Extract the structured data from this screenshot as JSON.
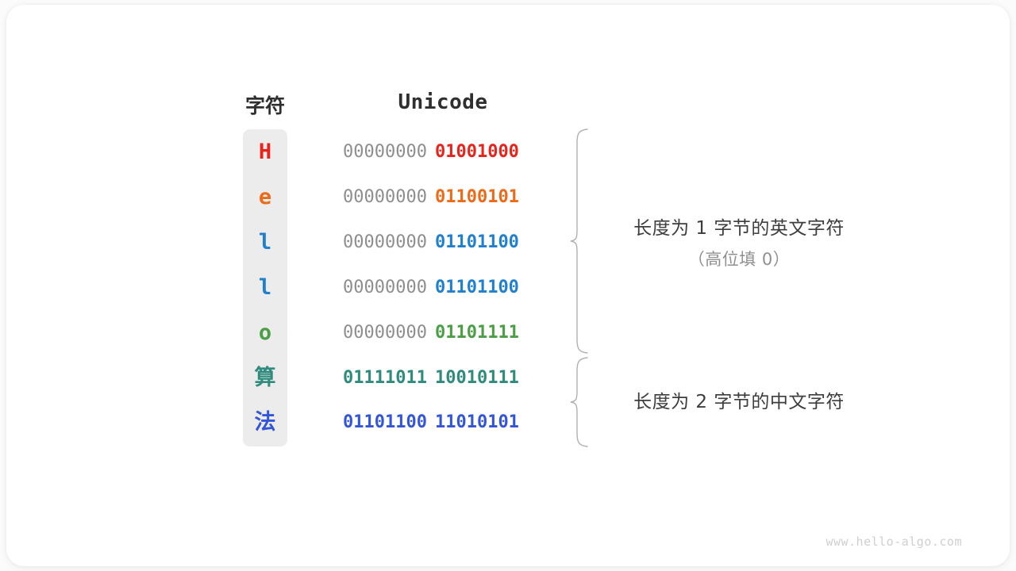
{
  "background_color": "#fbfbfb",
  "card_color": "#ffffff",
  "headers": {
    "char": "字符",
    "unicode": "Unicode"
  },
  "char_column": {
    "background_color": "#ececec"
  },
  "rows": [
    {
      "char": "H",
      "char_color": "#e8231c",
      "high_byte": "00000000",
      "low_byte": "01001000",
      "low_color": "#e8231c",
      "high_bold": false,
      "cjk": false
    },
    {
      "char": "e",
      "char_color": "#ec6a18",
      "high_byte": "00000000",
      "low_byte": "01100101",
      "low_color": "#ec6a18",
      "high_bold": false,
      "cjk": false
    },
    {
      "char": "l",
      "char_color": "#2080d0",
      "high_byte": "00000000",
      "low_byte": "01101100",
      "low_color": "#2080d0",
      "high_bold": false,
      "cjk": false
    },
    {
      "char": "l",
      "char_color": "#2080d0",
      "high_byte": "00000000",
      "low_byte": "01101100",
      "low_color": "#2080d0",
      "high_bold": false,
      "cjk": false
    },
    {
      "char": "o",
      "char_color": "#4a9e44",
      "high_byte": "00000000",
      "low_byte": "01101111",
      "low_color": "#4a9e44",
      "high_bold": false,
      "cjk": false
    },
    {
      "char": "算",
      "char_color": "#2f8b7c",
      "high_byte": "01111011",
      "low_byte": "10010111",
      "low_color": "#2f8b7c",
      "high_color": "#2f8b7c",
      "high_bold": true,
      "cjk": true
    },
    {
      "char": "法",
      "char_color": "#3355d8",
      "high_byte": "01101100",
      "low_byte": "11010101",
      "low_color": "#3355d8",
      "high_color": "#3355d8",
      "high_bold": true,
      "cjk": true
    }
  ],
  "annotations": [
    {
      "line1": "长度为 1 字节的英文字符",
      "line2": "（高位填 0）"
    },
    {
      "line1": "长度为 2 字节的中文字符",
      "line2": ""
    }
  ],
  "brace_color": "#b0b0b0",
  "watermark": "www.hello-algo.com"
}
